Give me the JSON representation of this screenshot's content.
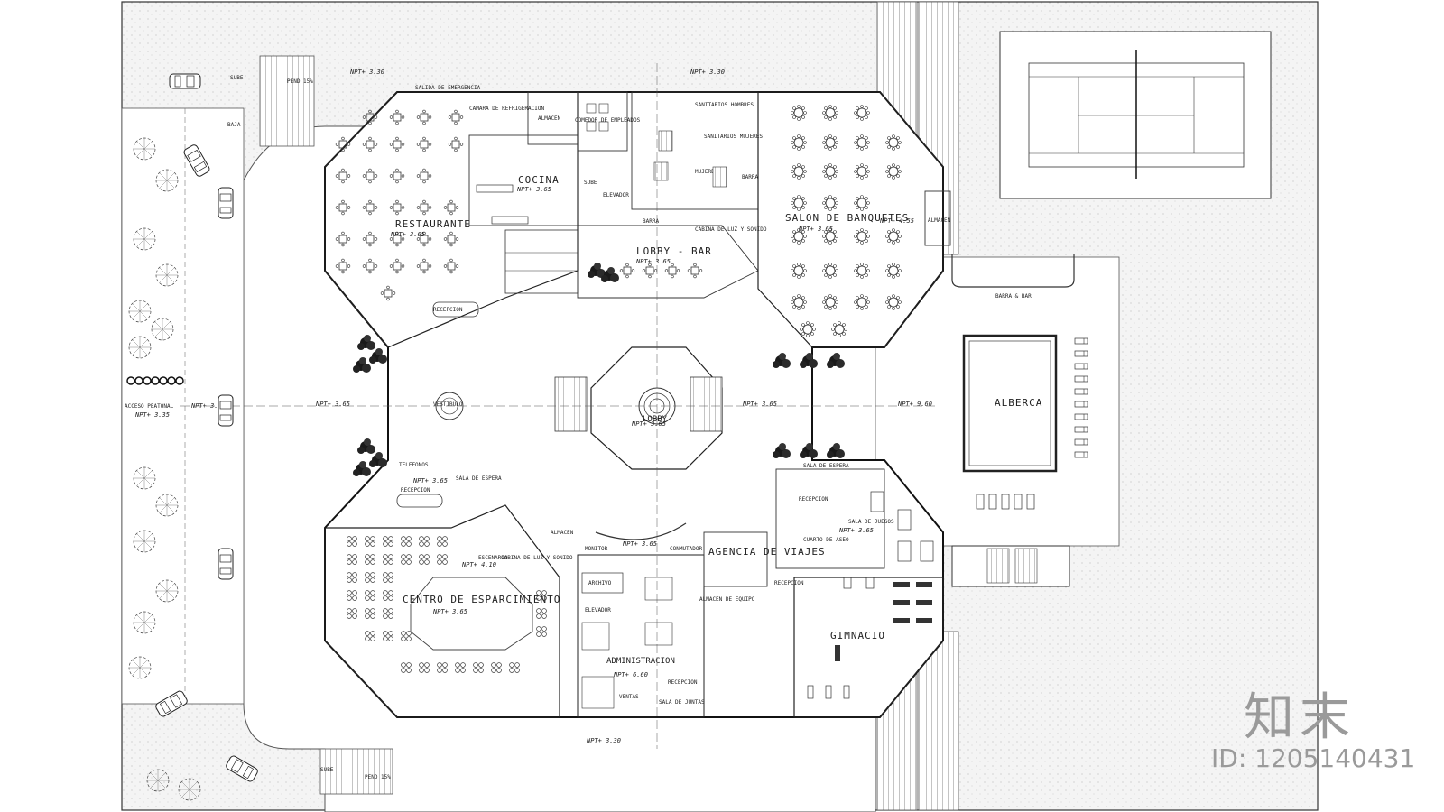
{
  "watermark": {
    "brand": "知末",
    "id": "ID: 1205140431"
  },
  "labels": {
    "restaurante": "RESTAURANTE",
    "cocina": "COCINA",
    "lobby_bar": "LOBBY - BAR",
    "salon": "SALON DE BANQUETES",
    "alberca": "ALBERCA",
    "vestibulo": "VESTIBULO",
    "lobby": "LOBBY",
    "centro": "CENTRO DE ESPARCIMIENTO",
    "agencia": "AGENCIA DE VIAJES",
    "administracion": "ADMINISTRACION",
    "gimnacio": "GIMNACIO",
    "almacen_top": "ALMACEN",
    "almacen_right": "ALMACEN",
    "almacen_mid": "ALMACEN",
    "salida": "SALIDA DE EMERGENCIA",
    "camara": "CAMARA DE REFRIGERACION",
    "comedor": "COMEDOR DE EMPLEADOS",
    "sanitarios_hombres_top": "SANITARIOS HOMBRES",
    "sanitarios_mujeres_top": "SANITARIOS MUJERES",
    "mujeres": "MUJERES",
    "barra": "BARRA",
    "barra_right": "BARRA",
    "barra_bar": "BARRA & BAR",
    "cabina_luz_top": "CABINA DE LUZ Y SONIDO",
    "cabina_luz_bottom": "CABINA DE LUZ Y SONIDO",
    "recepcion_top": "RECEPCION",
    "recepcion_bottom": "RECEPCION",
    "recepcion_right": "RECEPCION",
    "recepcion_gym": "RECEPCION",
    "recepcion_admin": "RECEPCION",
    "telefonos": "TELEFONOS",
    "sala_espera_left": "SALA DE ESPERA",
    "sala_espera_right": "SALA DE ESPERA",
    "sala_juegos": "SALA DE JUEGOS",
    "cuarto_aseo": "CUARTO DE ASEO",
    "escenario": "ESCENARIO",
    "archivo": "ARCHIVO",
    "elevador": "ELEVADOR",
    "elevador_top": "ELEVADOR",
    "conmutador": "CONMUTADOR",
    "monitor": "MONITOR",
    "almacen_equipo": "ALMACEN DE EQUIPO",
    "ventas": "VENTAS",
    "sala_juntas": "SALA DE JUNTAS",
    "acceso_peatonal": "ACCESO PEATONAL",
    "sube_top": "SUBE",
    "sube_bottom": "SUBE",
    "sube_kitchen": "SUBE",
    "baja": "BAJA",
    "pend_top": "PEND 15%",
    "pend_bottom": "PEND 15%"
  },
  "levels": {
    "npt_330_a": "NPT+ 3.30",
    "npt_330_b": "NPT+ 3.30",
    "npt_330_c": "NPT+ 3.30",
    "npt_365_cocina": "NPT+ 3.65",
    "npt_365_rest": "NPT+ 3.65",
    "npt_365_lobbybar": "NPT+ 3.65",
    "npt_365_salon": "NPT+ 3.65",
    "npt_455": "NPT+ 4.55",
    "npt_335_access": "NPT+ 3.35",
    "npt_3_15": "NPT+ 3.15",
    "npt_365_vest": "NPT+ 3.65",
    "npt_365_lobby": "NPT+ 3.65",
    "npt_365_east": "NPT+ 3.65",
    "npt_960": "NPT+ 9.60",
    "npt_365_recep": "NPT+ 3.65",
    "npt_365_south": "NPT+ 3.65",
    "npt_410": "NPT+ 4.10",
    "npt_365_centro": "NPT+ 3.65",
    "npt_660": "NPT+ 6.60",
    "npt_365_gym": "NPT+ 3.65"
  },
  "icons": {
    "north": "north-arrow-icon",
    "car": "car-icon",
    "tree": "tree-icon"
  }
}
